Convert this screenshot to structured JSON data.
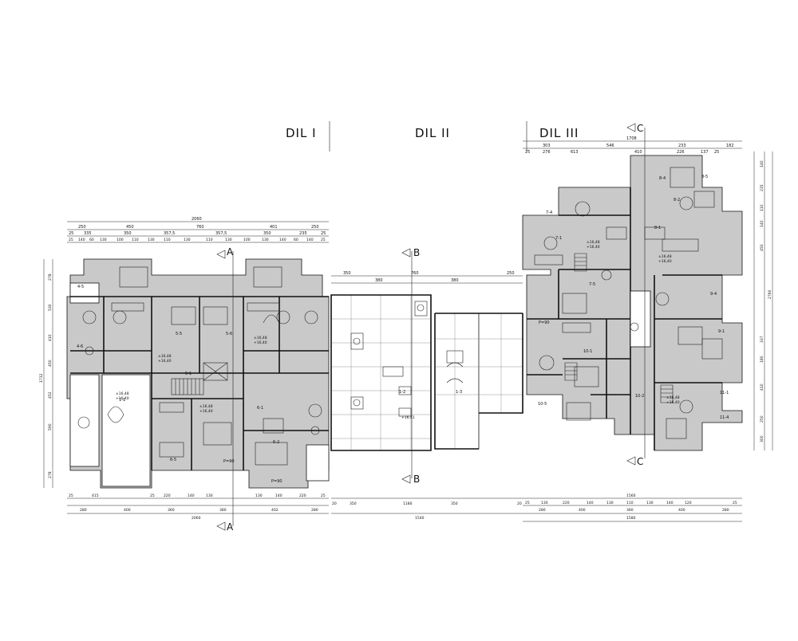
{
  "parts": [
    {
      "label": "DIL  I"
    },
    {
      "label": "DIL  II"
    },
    {
      "label": "DIL  III"
    }
  ],
  "sections": [
    {
      "name": "A-top",
      "label": "A"
    },
    {
      "name": "A-bottom",
      "label": "A"
    },
    {
      "name": "B-top",
      "label": "B"
    },
    {
      "name": "B-bottom",
      "label": "B"
    },
    {
      "name": "C-top",
      "label": "C"
    },
    {
      "name": "C-bottom",
      "label": "C"
    }
  ],
  "dim_top_part1": {
    "overall": "2060",
    "row2": [
      "250",
      "450",
      "760",
      "401",
      "250"
    ],
    "row3": [
      "25",
      "335",
      "350",
      "357,5",
      "357,5",
      "350",
      "235",
      "25"
    ],
    "row4": [
      "25",
      "140",
      "60",
      "130",
      "100",
      "110",
      "130",
      "110",
      "130",
      "110",
      "130",
      "100",
      "130",
      "140",
      "60",
      "140",
      "25"
    ]
  },
  "dim_top_part2": {
    "row1": [
      "350",
      "760",
      "250"
    ],
    "row2": [
      "380",
      "380"
    ]
  },
  "dim_top_part3": {
    "overall": "1708",
    "row2": [
      "303",
      "546",
      "233",
      "182"
    ],
    "row3": [
      "25",
      "276",
      "613",
      "410",
      "226",
      "137",
      "25"
    ]
  },
  "dim_bottom_part1": {
    "row1": [
      "25",
      "415",
      "25",
      "220",
      "140",
      "130",
      "130",
      "140",
      "220",
      "25"
    ],
    "row2": [
      "280",
      "400",
      "360",
      "380",
      "402",
      "280"
    ],
    "overall": "2060"
  },
  "dim_bottom_part2": {
    "row1": [
      "20",
      "350",
      "1180",
      "350",
      "20"
    ],
    "overall": "1540"
  },
  "dim_bottom_part3": {
    "row1": [
      "1560"
    ],
    "row2": [
      "25",
      "130",
      "220",
      "140",
      "130",
      "110",
      "130",
      "140",
      "120",
      "25"
    ],
    "row3": [
      "280",
      "400",
      "360",
      "400",
      "280"
    ],
    "overall": "1580"
  },
  "dim_left_part1": [
    "278",
    "530",
    "410",
    "450",
    "1732",
    "452",
    "590",
    "278"
  ],
  "dim_right_part3": [
    "140",
    "235",
    "110",
    "140",
    "450",
    "2760",
    "337",
    "180",
    "410",
    "250",
    "300"
  ],
  "room_tags": [
    {
      "name": "tag-4-5",
      "text": "4-5"
    },
    {
      "name": "tag-4-6",
      "text": "4-6"
    },
    {
      "name": "tag-5-1",
      "text": "5-1"
    },
    {
      "name": "tag-5-5",
      "text": "5-5"
    },
    {
      "name": "tag-5-6",
      "text": "5-6"
    },
    {
      "name": "tag-6-1",
      "text": "6-1"
    },
    {
      "name": "tag-6-2",
      "text": "6-2"
    },
    {
      "name": "tag-6-5",
      "text": "6-5"
    },
    {
      "name": "tag-1-1",
      "text": "1-1"
    },
    {
      "name": "tag-1-2",
      "text": "1-2"
    },
    {
      "name": "tag-1-3",
      "text": "1-3"
    },
    {
      "name": "tag-7-1",
      "text": "7-1"
    },
    {
      "name": "tag-7-4",
      "text": "7-4"
    },
    {
      "name": "tag-7-5",
      "text": "7-5"
    },
    {
      "name": "tag-8-1",
      "text": "8-1"
    },
    {
      "name": "tag-8-2",
      "text": "8-2"
    },
    {
      "name": "tag-8-4",
      "text": "8-4"
    },
    {
      "name": "tag-8-5",
      "text": "8-5"
    },
    {
      "name": "tag-9-1",
      "text": "9-1"
    },
    {
      "name": "tag-9-4",
      "text": "9-4"
    },
    {
      "name": "tag-10-1",
      "text": "10-1"
    },
    {
      "name": "tag-10-2",
      "text": "10-2"
    },
    {
      "name": "tag-10-5",
      "text": "10-5"
    },
    {
      "name": "tag-11-1",
      "text": "11-1"
    },
    {
      "name": "tag-11-4",
      "text": "11-4"
    }
  ],
  "levels": [
    {
      "name": "level-1",
      "line1": "±16,48",
      "line2": "+16,40"
    },
    {
      "name": "level-2",
      "line1": "±16,48",
      "line2": "+16,40"
    },
    {
      "name": "level-3",
      "line1": "±16,48",
      "line2": "+16,40"
    },
    {
      "name": "level-4",
      "line1": "±16,48",
      "line2": "+16,40"
    },
    {
      "name": "level-5",
      "line1": "+16,41",
      "line2": ""
    },
    {
      "name": "level-6",
      "line1": "±16,48",
      "line2": "+16,40"
    },
    {
      "name": "level-7",
      "line1": "±16,48",
      "line2": "+16,40"
    },
    {
      "name": "level-8",
      "line1": "±16,48",
      "line2": "+16,40"
    }
  ],
  "parapets": [
    "P=90",
    "P=90",
    "P=90"
  ]
}
